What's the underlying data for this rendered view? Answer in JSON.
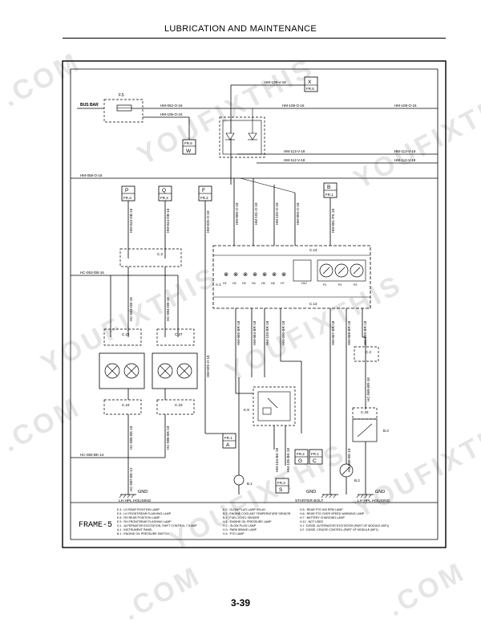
{
  "header": {
    "title": "LUBRICATION AND MAINTENANCE"
  },
  "page_number": "3-39",
  "frame_label": "FRAME-5",
  "watermarks": [
    "YOUFIXTHIS",
    ".COM"
  ],
  "connectors": {
    "X": "X",
    "X_fr": "FR.6",
    "W": "W",
    "W_fr": "FR.6",
    "P": "P",
    "P_fr": "FR.3",
    "Q": "Q",
    "Q_fr": "FR.3",
    "F": "F",
    "F_fr": "FR.2",
    "B": "B",
    "B_fr": "FR.1",
    "A": "A",
    "A_fr": "FR.1",
    "G": "G",
    "G_fr": "FR.2",
    "C": "C",
    "C_fr": "FR.1",
    "S": "S",
    "S_fr": "FR.3"
  },
  "components": {
    "f5": "F.5",
    "bus_bar": "BUS BAR",
    "a1": "A.1",
    "c14_top": "C.14",
    "c14_bot": "C.14",
    "k9": "K.9",
    "b1": "B.1",
    "b2": "B.2",
    "b3": "B.3",
    "c2": "C.2",
    "c22": "C.22",
    "c23": "C.23",
    "c27": "C.27",
    "c33": "C.33"
  },
  "wires": {
    "hm109": "HM-109-V-18",
    "hm062": "HM-062-O-16",
    "hm106": "HM-106-O-16",
    "hm108a": "HM-108-O-16",
    "hm108b": "HM-108-O-16",
    "hm113a": "HM-113-V-18",
    "hm113b": "HM-113-V-18",
    "hm112a": "HM-112-V-18",
    "hm112b": "HM-112-V-18",
    "hm058": "HM-058-O-16",
    "hc053": "HC-053-DB-16",
    "hc082": "HC-082-BK-14",
    "hm043": "HM-043-DB-16",
    "hm044": "HM-044-DB-16",
    "hm025a": "HM-025-O-18",
    "hm025b": "HM-025-O-18",
    "hm060": "HM-060-O-18",
    "hm101": "HM-101-O-18",
    "hm102": "HM-102-O-18",
    "hm059": "HM-059-O-18",
    "hm061": "HM-061-PK-18",
    "hc083": "HC-083-DB-18",
    "hc084": "HC-084-DB-18",
    "hc085": "HC-085-BK-18",
    "hc086": "HC-086-BK-18",
    "hc087": "HC-087-BK-12",
    "hm065": "HM-065-BR-18",
    "hm064": "HM-064-BR-18",
    "hm103": "HM-103-BR-18",
    "hm090": "HM-090-BR-18",
    "hm067": "HM-067-BR-18",
    "hm068": "HM-068-BR-18",
    "hm099": "HM-099-BR-18",
    "hm104": "HM-104-BK-18",
    "hm105": "HM-105-BK-18",
    "hc069": "HC-069-BR-18",
    "hc089": "HC-089-BK-18"
  },
  "grounds": {
    "gnd_lh": "GND",
    "lh_hpl": "LH HPL HOUSING",
    "gnd_starter": "GND",
    "starter_bolt": "STARTER BOLT",
    "gnd_rh": "GND",
    "rh_hpl": "LH HPL HOUSING"
  },
  "legend": {
    "col1": [
      "E.4 : LH REAR POSITION LAMP",
      "E.5 : LH FRONT/REAR FLASHING LAMP",
      "E.8 : RH REAR POSITION LAMP",
      "E.9 : RH FRONT/REAR FLASHING LAMP",
      "G.1 : ALTERNATOR EXCITATION, SHIFT CONTROL 7.5 AMP",
      "A.1 : INSTRUMENT PANEL",
      "B.1 : ENGINE OIL PRESSURE SWITCH"
    ],
    "col2": [
      "K.9 : GLOW PLUG LAMP RELAY",
      "B.2 : ENGINE COOLANT TEMPERATURE SENSOR",
      "B.3 : FUEL LEVEL SENDER",
      "H.1 : ENGINE OIL PRESSURE LAMP",
      "H.2 : GLOW PLUG LAMP",
      "H.3 : PARK BRAKE LAMP",
      "H.4 : PTO LAMP"
    ],
    "col3": [
      "H.5 : REAR PTO 540 RPM LAMP",
      "H.6 : REAR PTO OVER SPEED WARNING LAMP",
      "H.7 : BATTERY CHARGING LAMP",
      "H.12 : NOT USED",
      "V.1 : DIODE, ALTERNATOR EXCITATION (PART OF MODULE A5F1)",
      "V.2 : DIODE, CRUISE CONTROL (PART OF MODULE A5F1)"
    ]
  },
  "panel_pins": [
    "H1",
    "H2",
    "H3",
    "H4",
    "H5",
    "H6",
    "H7",
    "H12"
  ],
  "panel_gauges": [
    "P1",
    "P2",
    "P3"
  ]
}
